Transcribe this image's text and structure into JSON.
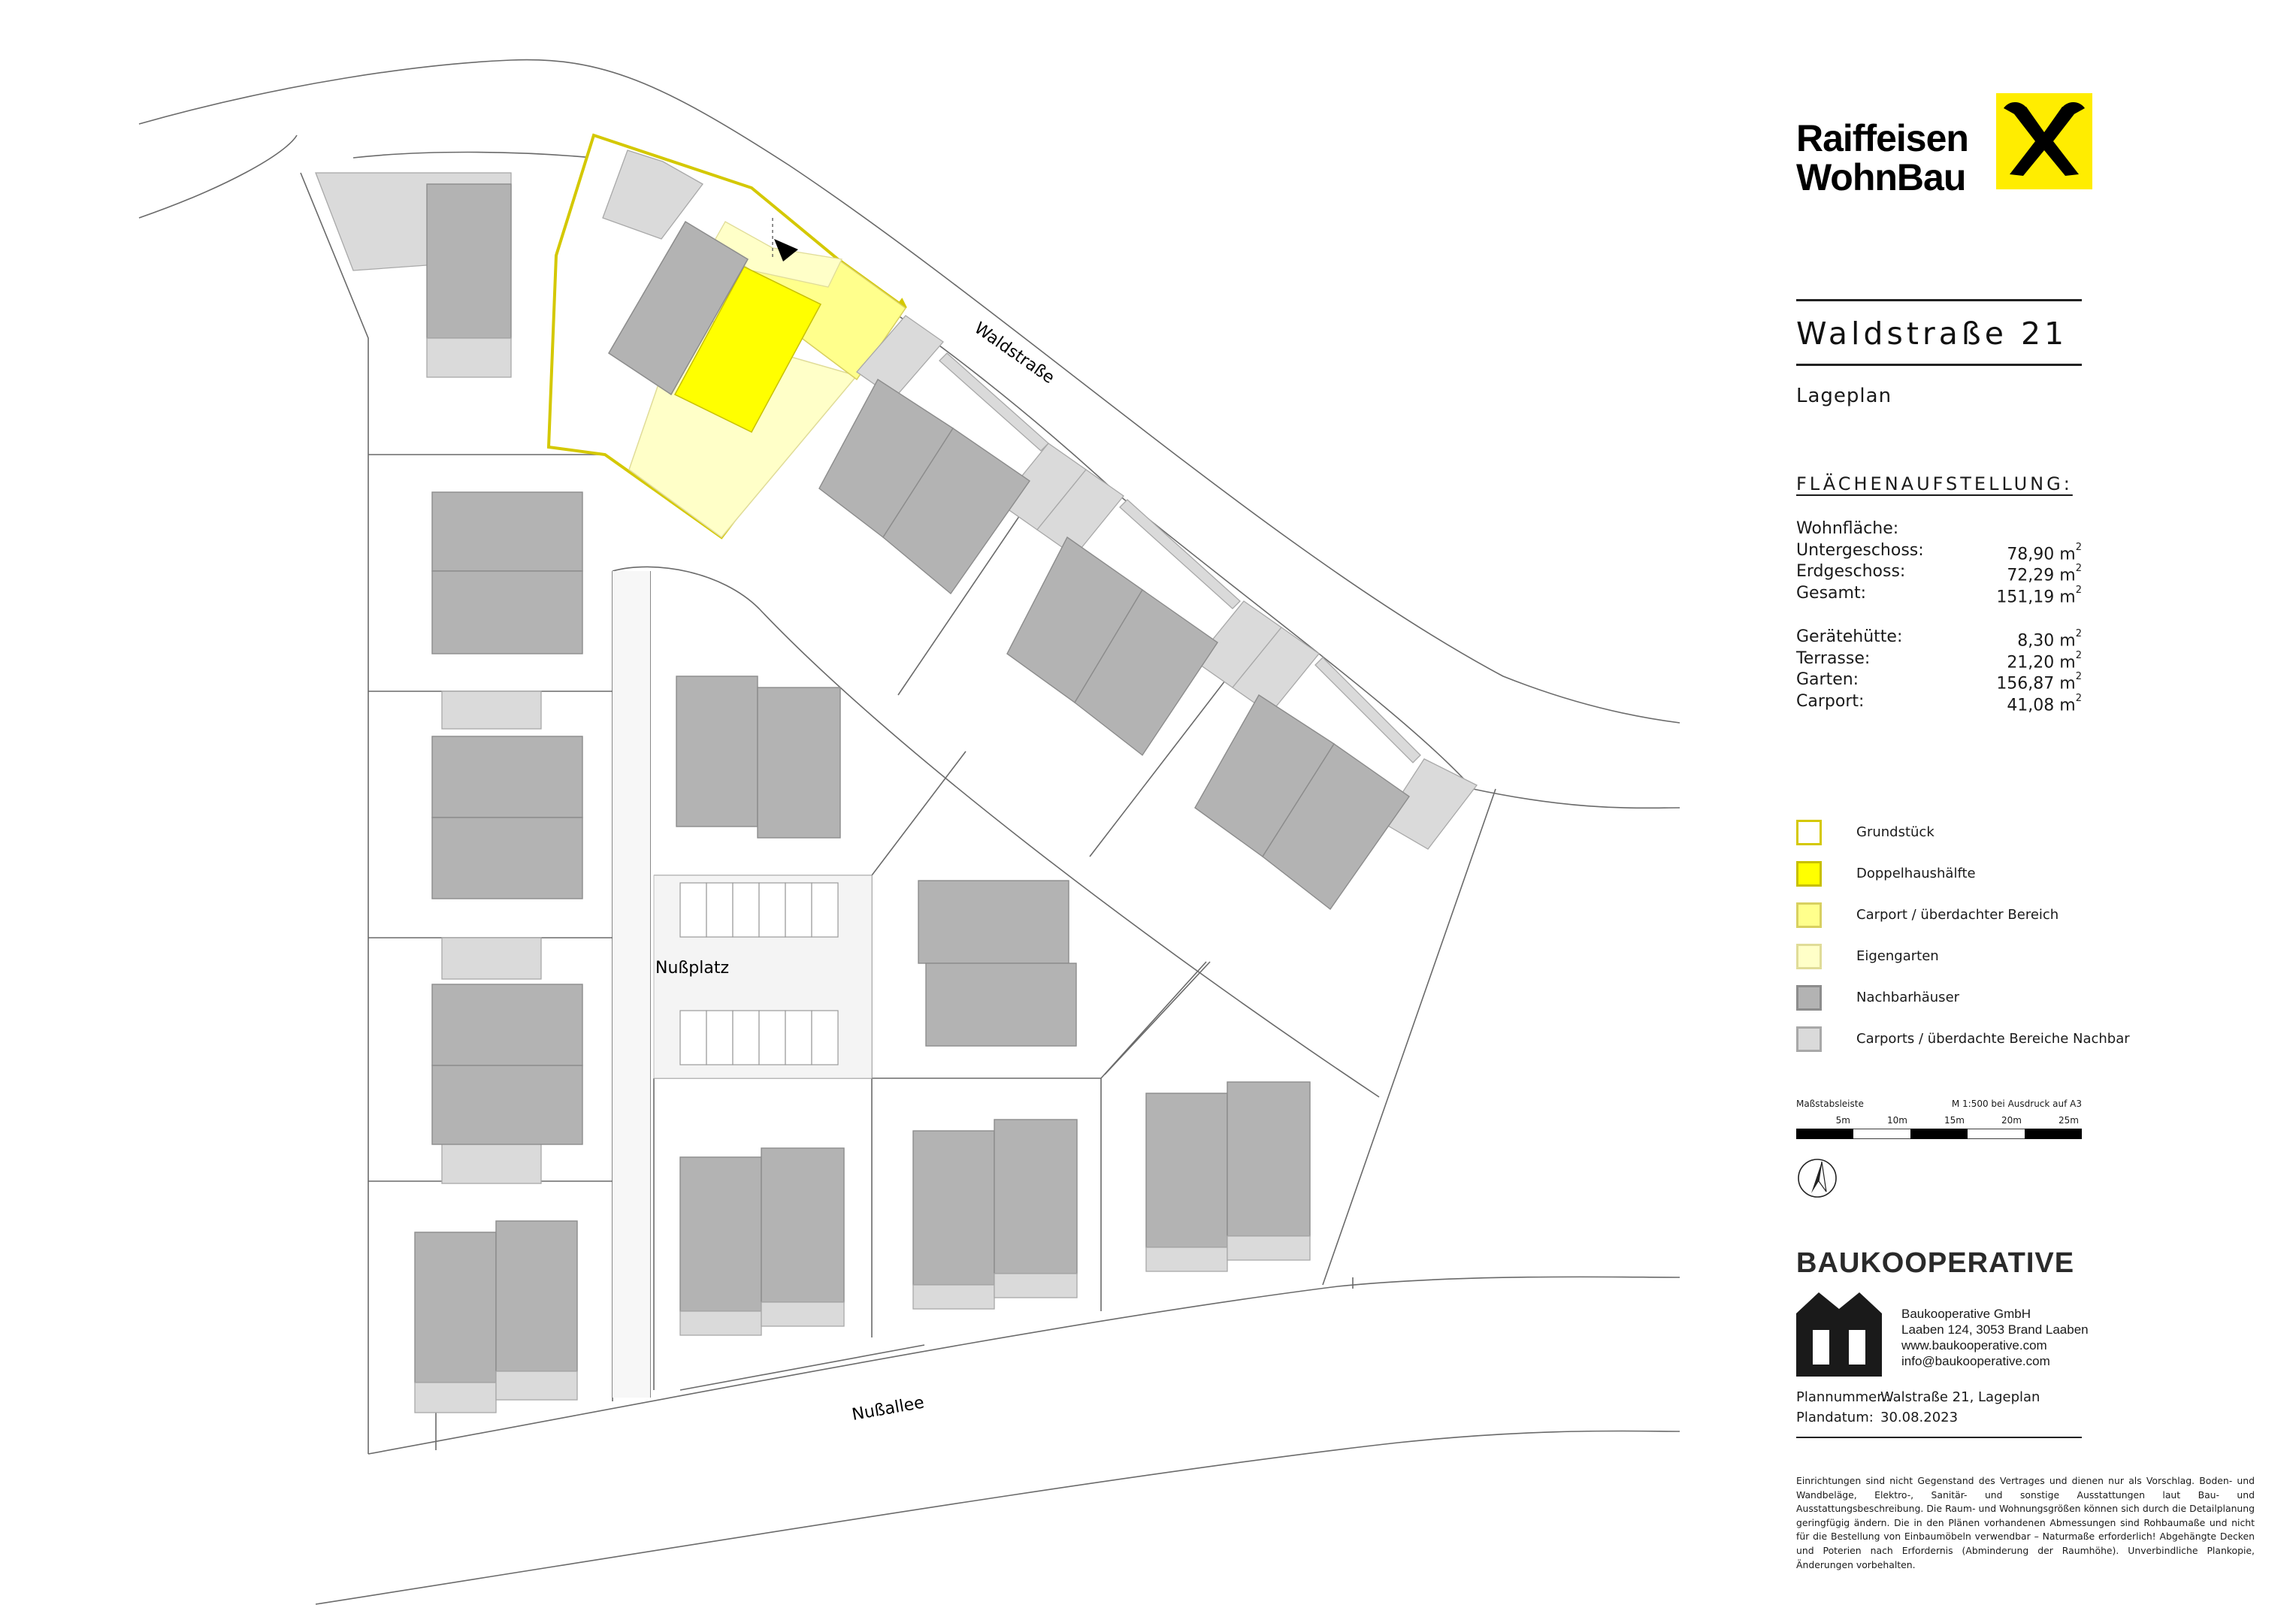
{
  "brand": {
    "line1": "Raiffeisen",
    "line2": "WohnBau",
    "colors": {
      "yellow": "#ffed00",
      "black": "#000000"
    }
  },
  "project": {
    "title": "Waldstraße 21",
    "subtitle": "Lageplan"
  },
  "areas": {
    "heading": "FLÄCHENAUFSTELLUNG:",
    "wohnflaeche_label": "Wohnfläche:",
    "unit": "m",
    "unit_exp": "2",
    "group1": [
      {
        "label": "Untergeschoss:",
        "value": "78,90"
      },
      {
        "label": "Erdgeschoss:",
        "value": "72,29"
      },
      {
        "label": "Gesamt:",
        "value": "151,19"
      }
    ],
    "group2": [
      {
        "label": "Gerätehütte:",
        "value": "8,30"
      },
      {
        "label": "Terrasse:",
        "value": "21,20"
      },
      {
        "label": "Garten:",
        "value": "156,87"
      },
      {
        "label": "Carport:",
        "value": "41,08"
      }
    ]
  },
  "legend": [
    {
      "label": "Grundstück",
      "fill": "#ffffff",
      "stroke": "#d4c800"
    },
    {
      "label": "Doppelhaushälfte",
      "fill": "#ffff00",
      "stroke": "#c8c000"
    },
    {
      "label": "Carport / überdachter Bereich",
      "fill": "#ffff8c",
      "stroke": "#d8d060"
    },
    {
      "label": "Eigengarten",
      "fill": "#ffffc8",
      "stroke": "#e0dc98"
    },
    {
      "label": "Nachbarhäuser",
      "fill": "#b3b3b3",
      "stroke": "#8c8c8c"
    },
    {
      "label": "Carports / überdachte Bereiche Nachbar",
      "fill": "#dadada",
      "stroke": "#a8a8a8"
    }
  ],
  "scale": {
    "caption": "Maßstabsleiste",
    "note": "M 1:500 bei Ausdruck auf A3",
    "ticks": [
      "5m",
      "10m",
      "15m",
      "20m",
      "25m"
    ]
  },
  "map": {
    "streets": {
      "waldstrasse": "Waldstraße",
      "nussallee": "Nußallee",
      "nussplatz": "Nußplatz"
    },
    "colors": {
      "plot_outline": "#d4c800",
      "house": "#ffff00",
      "carport": "#ffff8c",
      "garden": "#ffffc8",
      "neighbor": "#b3b3b3",
      "neighbor_light": "#dadada",
      "line": "#6a6a6a"
    }
  },
  "company": {
    "name": "BAUKOOPERATIVE",
    "address_lines": [
      "Baukooperative GmbH",
      "Laaben 124, 3053 Brand Laaben",
      "www.baukooperative.com",
      "info@baukooperative.com"
    ]
  },
  "plan_info": {
    "number_label": "Plannummer.:",
    "number_value": "Walstraße 21, Lageplan",
    "date_label": "Plandatum:",
    "date_value": "30.08.2023"
  },
  "disclaimer": "Einrichtungen sind nicht Gegenstand des Vertrages und dienen nur als Vorschlag. Boden- und Wandbeläge, Elektro-, Sanitär- und sonstige Ausstattungen laut Bau- und Ausstattungsbeschreibung. Die Raum- und Wohnungsgrößen können sich durch die Detailplanung geringfügig ändern. Die in den Plänen vorhandenen Abmessungen sind Rohbaumaße und nicht für die Bestellung von Einbaumöbeln verwendbar – Naturmaße erforderlich! Abgehängte Decken und Poterien nach Erfordernis (Abminderung der Raumhöhe). Unverbindliche Plankopie, Änderungen vorbehalten."
}
